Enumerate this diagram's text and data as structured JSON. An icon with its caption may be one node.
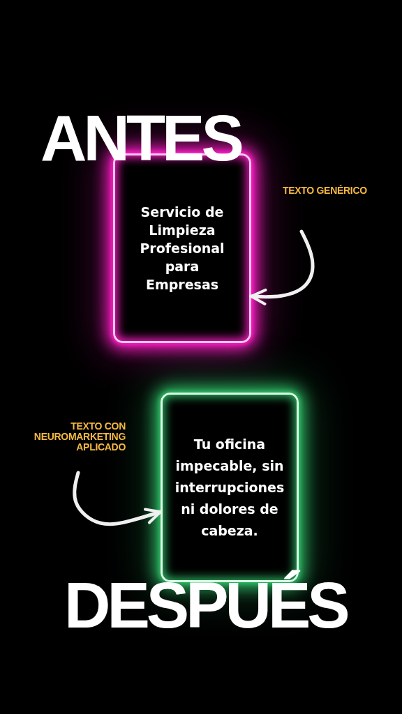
{
  "diagram": {
    "nodes": [
      {
        "text": [
          "Servicio de Limpieza Profesional para Empresas"
        ]
      },
      {
        "text": [
          "TEXTO GENÉRICO"
        ]
      },
      {
        "text": [
          "Tu oficina impecable, sin interrupciones ni dolores de cabeza."
        ]
      },
      {
        "text": [
          "TEXTO CON NEUROMARKETING APLICADO"
        ]
      }
    ],
    "edges": [
      {
        "from": 1,
        "to": 0,
        "arrow": "to"
      },
      {
        "from": 3,
        "to": 2,
        "arrow": "to"
      }
    ],
    "labels": [
      "ANTES",
      "DESPUÉS"
    ]
  }
}
